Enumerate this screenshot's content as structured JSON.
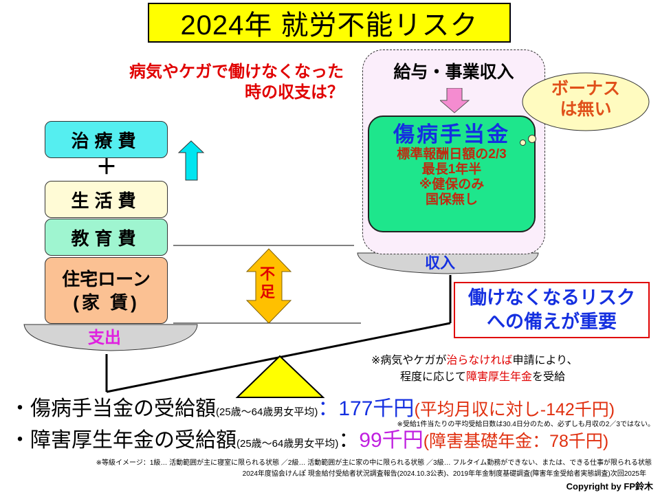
{
  "title": "2024年 就労不能リスク",
  "question": [
    "病気やケガで働けなくなった",
    "時の収支は？"
  ],
  "expenses": {
    "medical": "治療費",
    "plus": "＋",
    "living": "生活費",
    "education": "教育費",
    "housing_1": "住宅ローン",
    "housing_2": "(家 賃)",
    "pan_label": "支出"
  },
  "shortfall": [
    "不",
    "足"
  ],
  "income": {
    "header": "給与・事業収入",
    "benefit_title": "傷病手当金",
    "benefit_lines": [
      "標準報酬日額の2/3",
      "最長1年半",
      "※健保のみ",
      "国保無し"
    ],
    "pan_label": "収入",
    "bubble": [
      "ボーナス",
      "は無い"
    ]
  },
  "risk_box": [
    "働けなくなるリスク",
    "への備えが重要"
  ],
  "note": {
    "l1_a": "※病気やケガが",
    "l1_b": "治らなければ",
    "l1_c": "申請により、",
    "l2_a": "程度に応じて",
    "l2_b": "障害厚生年金",
    "l2_c": "を受給"
  },
  "rows": [
    {
      "label": "・傷病手当金の受給額",
      "sub": "(25歳～64歳男女平均)",
      "sep": "：",
      "value": "177千円",
      "extra": "(平均月収に対し-142千円)"
    },
    {
      "label": "・障害厚生年金の受給額",
      "sub": "(25歳～64歳男女平均)",
      "sep": "：",
      "value": "99千円",
      "extra": "(障害基礎年金：78千円)"
    }
  ],
  "row1_note": "※受給1件当たりの平均受給日数は30.4日分のため、必ずしも月収の2／3ではない。",
  "footnotes": [
    "※等級イメージ：1級… 活動範囲が主に寝室に限られる状態 ／2級… 活動範囲が主に家の中に限られる状態 ／3級… フルタイム勤務ができない、または、できる仕事が限られる状態",
    "2024年度協会けんぽ 現金給付受給者状況調査報告(2024.10.3公表)、2019年年金制度基礎調査(障害年金受給者実態調査)次回2025年"
  ],
  "copyright": "Copyright by FP鈴木",
  "colors": {
    "title_bg": "#ffff00",
    "medical": "#55eef0",
    "living": "#fffbd6",
    "education": "#9ff5d0",
    "housing": "#fbc193",
    "benefit": "#1ee68c",
    "accent_blue": "#1530e0",
    "accent_red": "#e00000",
    "magenta": "#c020e0"
  }
}
